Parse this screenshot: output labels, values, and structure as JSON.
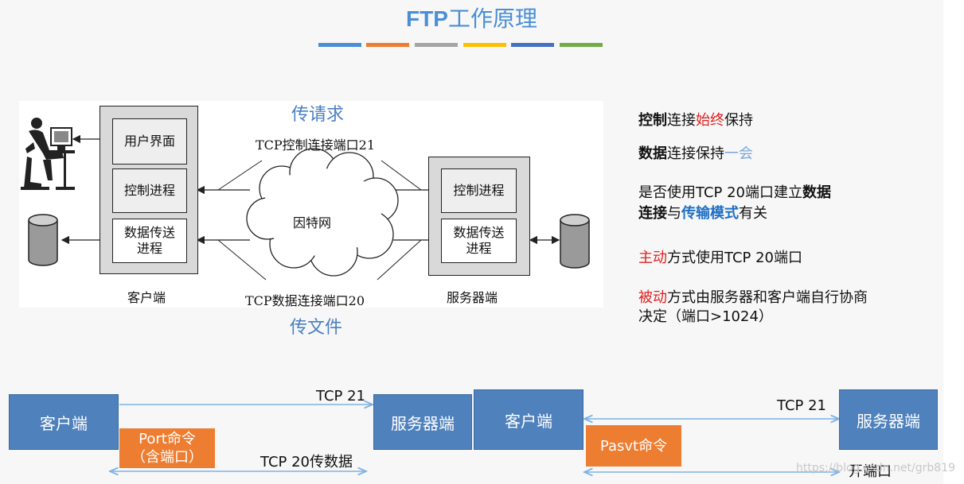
{
  "title": {
    "prefix": "FTP",
    "text": "工作原理"
  },
  "colors": {
    "bars": [
      "#4a8fd6",
      "#ed7d31",
      "#a5a5a5",
      "#ffc000",
      "#4472c4",
      "#70ad47"
    ]
  },
  "figure": {
    "client_ui": "用户界面",
    "client_ctrl": "控制进程",
    "client_data": [
      "数据传送",
      "进程"
    ],
    "client_label": "客户端",
    "server_ctrl": "控制进程",
    "server_data": [
      "数据传送",
      "进程"
    ],
    "server_label": "服务器端",
    "internet": "因特网",
    "tcp_ctrl": "TCP控制连接端口21",
    "tcp_data": "TCP数据连接端口20",
    "note_request": "传请求",
    "note_file": "传文件"
  },
  "notes": {
    "n1": {
      "a": "控制",
      "b": "连接",
      "c": "始终",
      "d": "保持"
    },
    "n2": {
      "a": "数据",
      "b": "连接保持",
      "c": "一会"
    },
    "n3": {
      "l1a": "是否使用TCP 20端口建立",
      "l1b": "数据",
      "l2a": "连接",
      "l2b": "与",
      "l2c": "传输模式",
      "l2d": "有关"
    },
    "n4": {
      "a": "主动",
      "b": "方式使用TCP 20端口"
    },
    "n5": {
      "a": "被动",
      "b": "方式由服务器和客户端自行协商",
      "l2": "决定（端口>1024）"
    }
  },
  "bottom": {
    "left": {
      "client": "客户端",
      "server": "服务器端",
      "tcp21": "TCP 21",
      "tcp20": "TCP 20传数据",
      "cmd": [
        "Port命令",
        "（含端口）"
      ]
    },
    "right": {
      "client": "客户端",
      "server": "服务器端",
      "tcp21": "TCP 21",
      "cmd": "Pasvt命令",
      "open": "开端口"
    }
  },
  "watermark": "https://blog.csdn.net/grb819"
}
